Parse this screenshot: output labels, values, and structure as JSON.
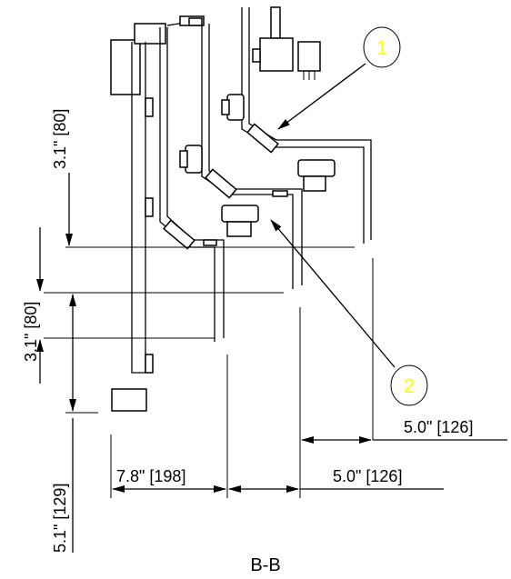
{
  "section_label": "B-B",
  "balloon_color": "#ffff00",
  "balloons": [
    {
      "id": "1",
      "label": "1"
    },
    {
      "id": "2",
      "label": "2"
    }
  ],
  "dimensions": {
    "vertical_upper": "3.1\" [80]",
    "vertical_middle": "3.1\" [80]",
    "vertical_lower": "5.1\" [129]",
    "horizontal_left": "7.8\" [198]",
    "horizontal_bottom_right": "5.0\" [126]",
    "horizontal_top_right": "5.0\" [126]"
  }
}
